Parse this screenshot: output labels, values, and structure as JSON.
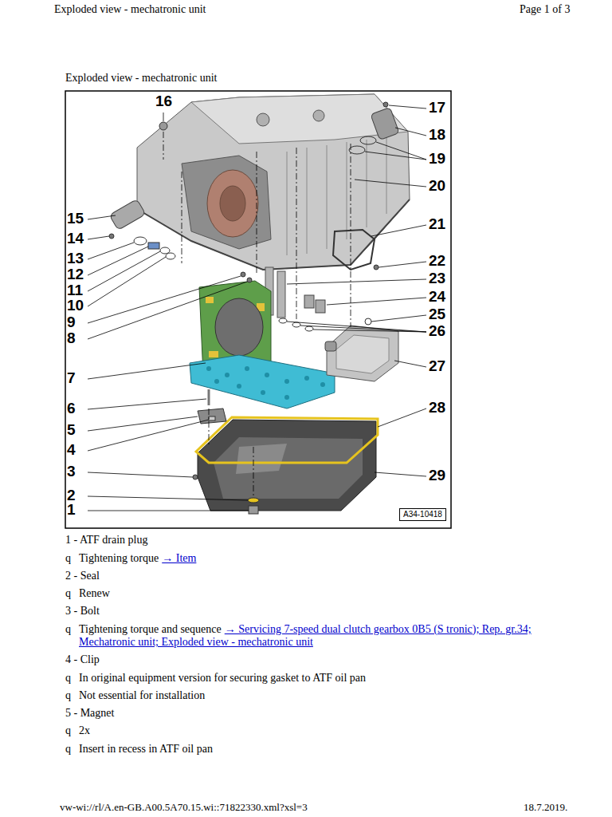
{
  "diagram": {
    "title": "Exploded view - mechatronic unit",
    "nodes": [
      {
        "text": [
          "A34-10418"
        ]
      }
    ],
    "edges": [],
    "labels": [
      "Exploded view - mechatronic unit",
      "Page 1 of 3",
      "16",
      "17",
      "18",
      "19",
      "20",
      "21",
      "15",
      "14",
      "22",
      "13",
      "12",
      "23",
      "11",
      "24",
      "25",
      "10",
      "9",
      "26",
      "8",
      "7",
      "27",
      "6",
      "28",
      "5",
      "4",
      "3",
      "29",
      "2",
      "1",
      "1 - ATF drain plug",
      "q",
      "Tightening torque",
      "→ Item",
      "2 - Seal",
      "q",
      "Renew",
      "3 - Bolt",
      "q",
      "Tightening torque and sequence",
      "→ Servicing 7-speed dual clutch gearbox 0B5 (S tronic); Rep. gr.34; Mechatronic unit; Exploded view - mechatronic unit",
      "4 - Clip",
      "q",
      "In original equipment version for securing gasket to ATF oil pan",
      "q",
      "Not essential for installation",
      "5 - Magnet",
      "q",
      "2x",
      "q",
      "Insert in recess in ATF oil pan",
      "vw-wi://rl/A.en-GB.A00.5A70.15.wi::71822330.xml?xsl=3",
      "18.7.2019."
    ]
  }
}
